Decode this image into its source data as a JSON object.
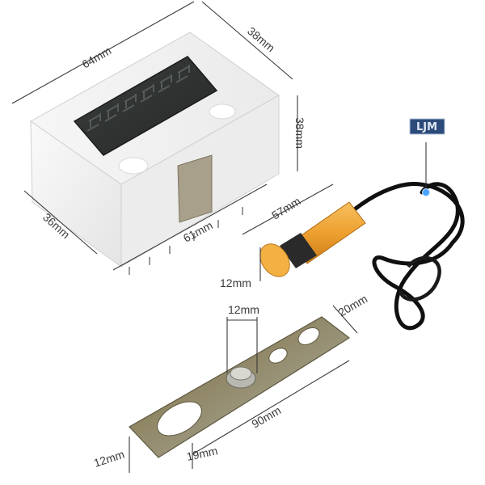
{
  "dimensions": {
    "counter_width": "64mm",
    "counter_depth_top": "38mm",
    "counter_height": "38mm",
    "counter_side_depth": "36mm",
    "counter_base_width": "61mm",
    "sensor_length": "57mm",
    "sensor_diameter": "12mm",
    "bracket_hole": "12mm",
    "bracket_width": "20mm",
    "bracket_edge": "12mm",
    "bracket_offset": "19mm",
    "bracket_length": "90mm"
  },
  "badge": {
    "label": "LJM"
  },
  "colors": {
    "background": "#ffffff",
    "counter_body": "#f2f2f2",
    "lcd": "#2e3230",
    "sensor_orange": "#f0a030",
    "cable": "#111111",
    "bracket": "#9a9070",
    "badge_bg": "#2c4a7a"
  }
}
